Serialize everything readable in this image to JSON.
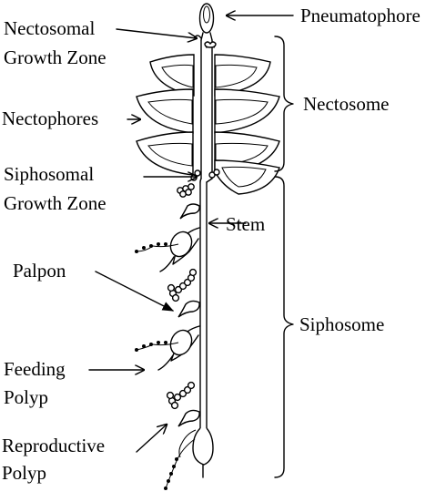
{
  "labels": {
    "pneumatophore": "Pneumatophore",
    "nectosomal_1": "Nectosomal",
    "nectosomal_2": "Growth Zone",
    "nectosome": "Nectosome",
    "nectophores": "Nectophores",
    "siphosomal_1": "Siphosomal",
    "siphosomal_2": "Growth Zone",
    "stem": "Stem",
    "palpon": "Palpon",
    "siphosome": "Siphosome",
    "feeding_1": "Feeding",
    "feeding_2": "Polyp",
    "reproductive_1": "Reproductive",
    "reproductive_2": "Polyp"
  },
  "colors": {
    "line": "#000000",
    "background": "#ffffff"
  }
}
